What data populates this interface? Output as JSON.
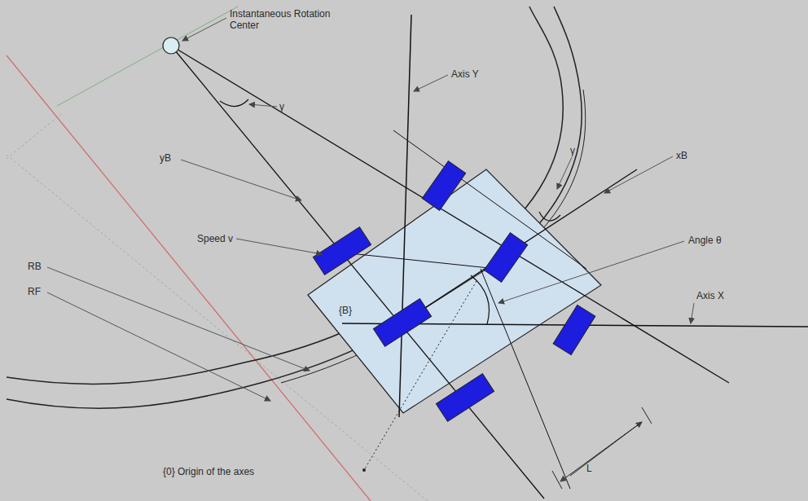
{
  "diagram": {
    "labels": [
      "Instantaneous Rotation Center",
      "γ",
      "Axis Y",
      "yB",
      "γ",
      "xB",
      "Speed v",
      "Angle θ",
      "RB",
      "RF",
      "{B}",
      "Axis X",
      "L",
      "{0} Origin of the axes"
    ]
  }
}
